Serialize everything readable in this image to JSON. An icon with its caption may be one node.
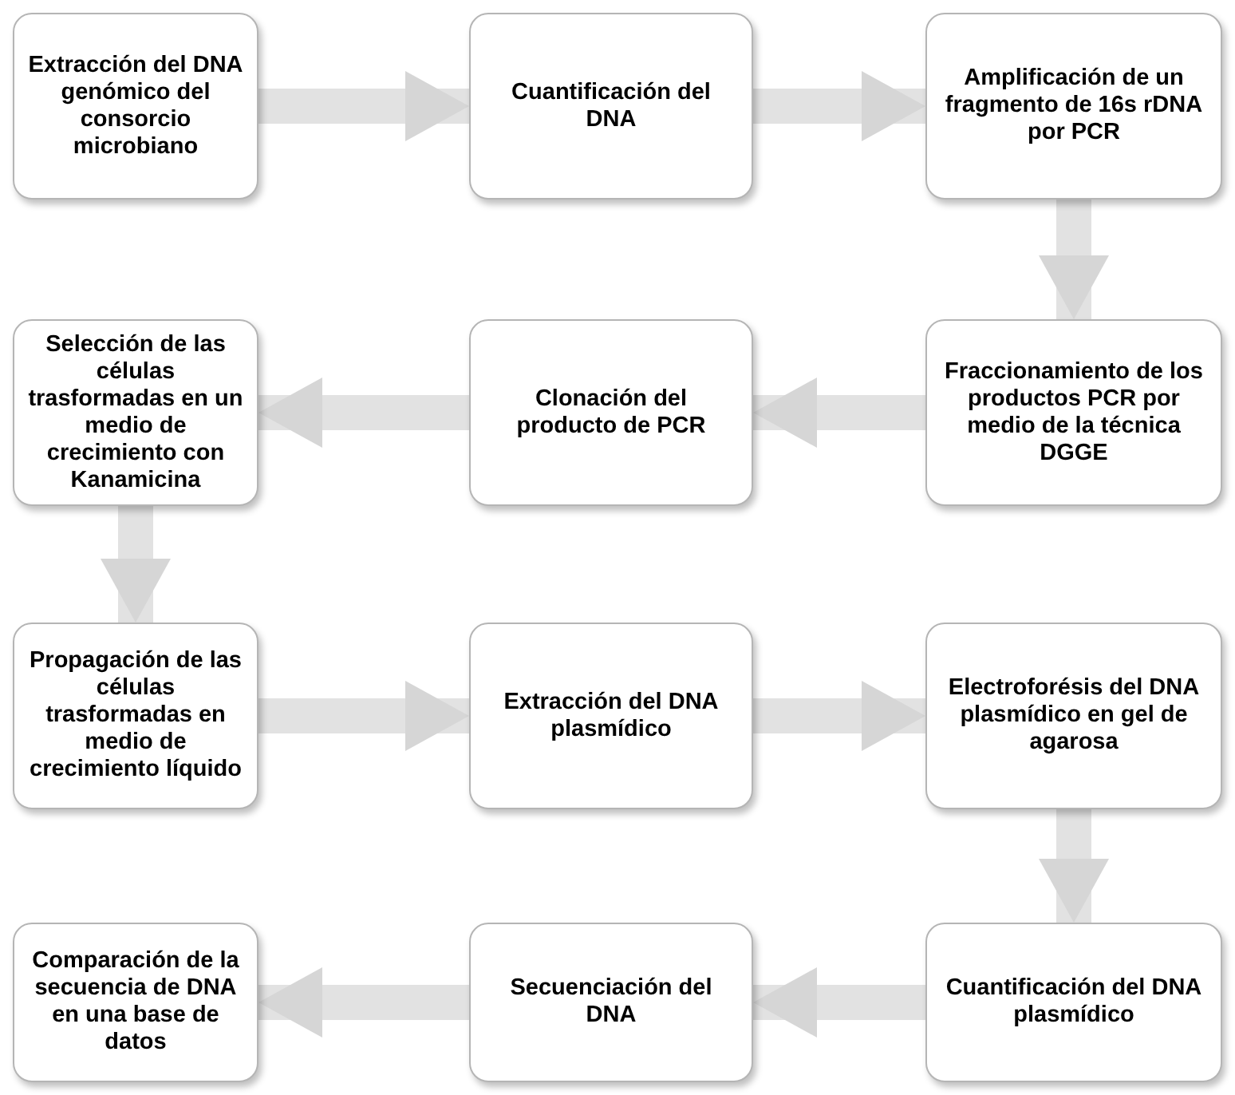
{
  "diagram": {
    "nodes": [
      {
        "text": [
          "Extracción del DNA genómico del consorcio microbiano"
        ]
      },
      {
        "text": [
          "Cuantificación del DNA"
        ]
      },
      {
        "text": [
          "Amplificación de un fragmento de 16s rDNA por PCR"
        ]
      },
      {
        "text": [
          "Selección de las células trasformadas en un medio de crecimiento con Kanamicina"
        ]
      },
      {
        "text": [
          "Clonación del producto de PCR"
        ]
      },
      {
        "text": [
          "Fraccionamiento de los productos PCR por medio de la técnica DGGE"
        ]
      },
      {
        "text": [
          "Propagación de las células trasformadas en medio de crecimiento líquido"
        ]
      },
      {
        "text": [
          "Extracción del DNA plasmídico"
        ]
      },
      {
        "text": [
          "Electroforésis del DNA plasmídico en gel de agarosa"
        ]
      },
      {
        "text": [
          "Comparación de la secuencia de DNA en una base de datos"
        ]
      },
      {
        "text": [
          "Secuenciación del DNA"
        ]
      },
      {
        "text": [
          "Cuantificación del DNA plasmídico"
        ]
      }
    ],
    "edges": [
      {
        "from": 0,
        "to": 1,
        "arrow": "to"
      },
      {
        "from": 1,
        "to": 2,
        "arrow": "to"
      },
      {
        "from": 2,
        "to": 5,
        "arrow": "to"
      },
      {
        "from": 5,
        "to": 4,
        "arrow": "to"
      },
      {
        "from": 4,
        "to": 3,
        "arrow": "to"
      },
      {
        "from": 3,
        "to": 6,
        "arrow": "to"
      },
      {
        "from": 6,
        "to": 7,
        "arrow": "to"
      },
      {
        "from": 7,
        "to": 8,
        "arrow": "to"
      },
      {
        "from": 8,
        "to": 11,
        "arrow": "to"
      },
      {
        "from": 11,
        "to": 10,
        "arrow": "to"
      },
      {
        "from": 10,
        "to": 9,
        "arrow": "to"
      }
    ]
  }
}
